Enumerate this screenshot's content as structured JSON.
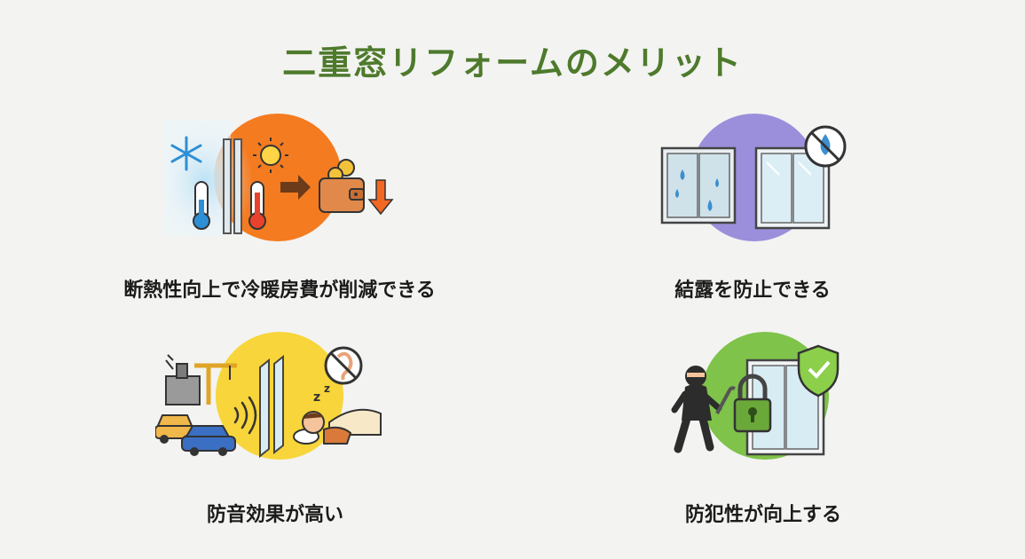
{
  "page": {
    "title": "二重窓リフォームのメリット"
  },
  "benefits": [
    {
      "caption": "断熱性向上で冷暖房費が削減できる",
      "circle_color": "#f47b20",
      "icons": [
        "snowflake-icon",
        "thermometer-cold-icon",
        "window-glass-icon",
        "sun-icon",
        "thermometer-hot-icon",
        "arrow-right-icon",
        "wallet-icon",
        "coin-icon",
        "arrow-down-icon"
      ]
    },
    {
      "caption": "結露を防止できる",
      "circle_color": "#9b8fdb",
      "icons": [
        "wet-window-icon",
        "clear-window-icon",
        "no-water-drop-icon"
      ]
    },
    {
      "caption": "防音効果が高い",
      "circle_color": "#f8d53a",
      "icons": [
        "factory-icon",
        "crane-icon",
        "car-icon",
        "sound-wave-icon",
        "double-glass-icon",
        "sleeping-person-icon",
        "no-ear-icon"
      ]
    },
    {
      "caption": "防犯性が向上する",
      "circle_color": "#7fc34a",
      "icons": [
        "burglar-icon",
        "crowbar-icon",
        "padlock-icon",
        "window-icon",
        "shield-check-icon"
      ]
    }
  ]
}
